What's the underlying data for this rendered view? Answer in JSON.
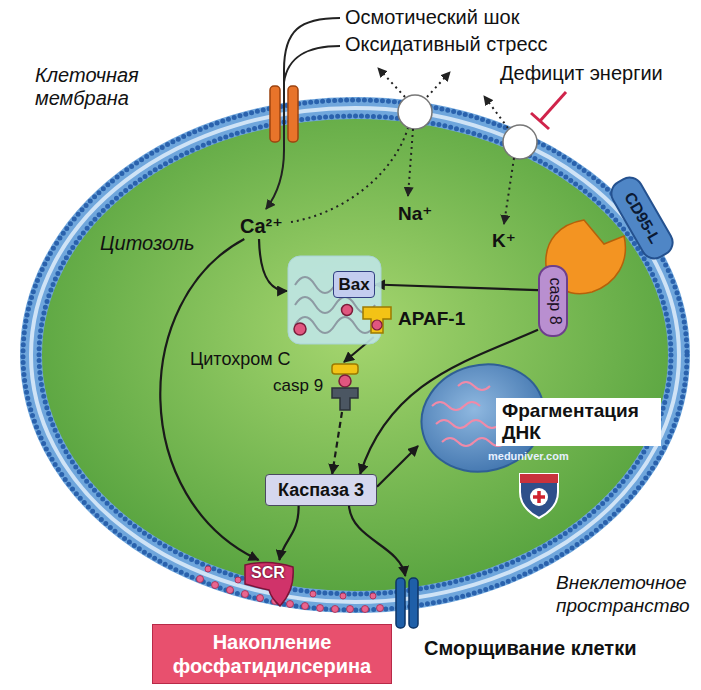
{
  "diagram": {
    "nodes": [
      {
        "text": [
          "Цитозоль"
        ]
      },
      {
        "text": [
          "Ca²⁺"
        ],
        "in": 0
      },
      {
        "text": [
          "Цитохром C"
        ],
        "in": 0
      },
      {
        "text": [
          "Bax"
        ],
        "in": 2
      },
      {
        "text": [
          "APAF-1"
        ],
        "in": 0
      },
      {
        "text": [
          "casp 9"
        ],
        "in": 0
      },
      {
        "text": [
          "CD95-L"
        ]
      },
      {
        "text": [
          "casp 8"
        ],
        "in": 0
      },
      {
        "text": [
          "Каспаза 3"
        ],
        "in": 0
      },
      {
        "text": [
          "Фрагментация ДНК"
        ],
        "in": 0
      },
      {
        "text": [
          "SCR"
        ],
        "in": 0
      },
      {
        "text": [
          "Накопление фосфатидилсерина"
        ]
      },
      {
        "text": [
          "Сморщивание клетки"
        ]
      }
    ],
    "edges": [
      {
        "from": 1,
        "to": 2,
        "arrow": "to"
      },
      {
        "from": 1,
        "to": 10,
        "arrow": "to"
      },
      {
        "from": 7,
        "to": 3,
        "arrow": "to"
      },
      {
        "from": 7,
        "to": 8,
        "arrow": "to"
      },
      {
        "from": 4,
        "to": 5,
        "arrow": "to"
      },
      {
        "from": 5,
        "to": 8,
        "arrow": "to"
      },
      {
        "from": 8,
        "to": 9,
        "arrow": "to"
      },
      {
        "from": 8,
        "to": 10,
        "arrow": "to"
      },
      {
        "from": 8,
        "to": 12,
        "arrow": "to"
      }
    ],
    "labels": [
      "Осмотический шок",
      "Оксидативный стресс",
      "Клеточная мембрана",
      "Дефицит энергии",
      "Na⁺",
      "K⁺",
      "Внеклеточное пространство",
      "meduniver.com"
    ]
  }
}
